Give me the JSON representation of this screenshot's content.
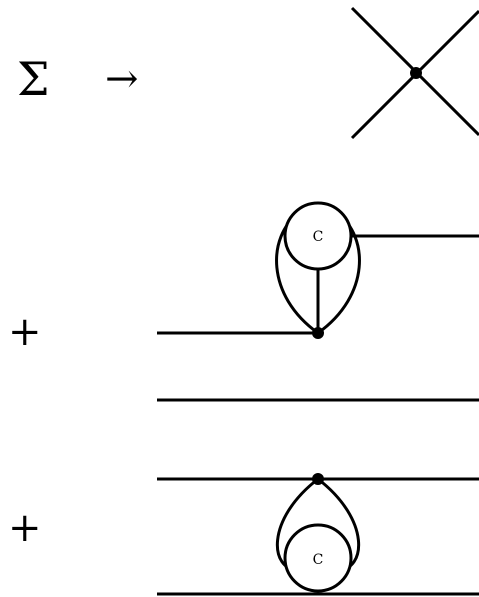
{
  "equation": {
    "lhs_symbol": "Σ",
    "arrow": "→",
    "plus_1": "+",
    "plus_2": "+"
  },
  "diagram_labels": {
    "blob_1": "C",
    "blob_2": "C"
  }
}
